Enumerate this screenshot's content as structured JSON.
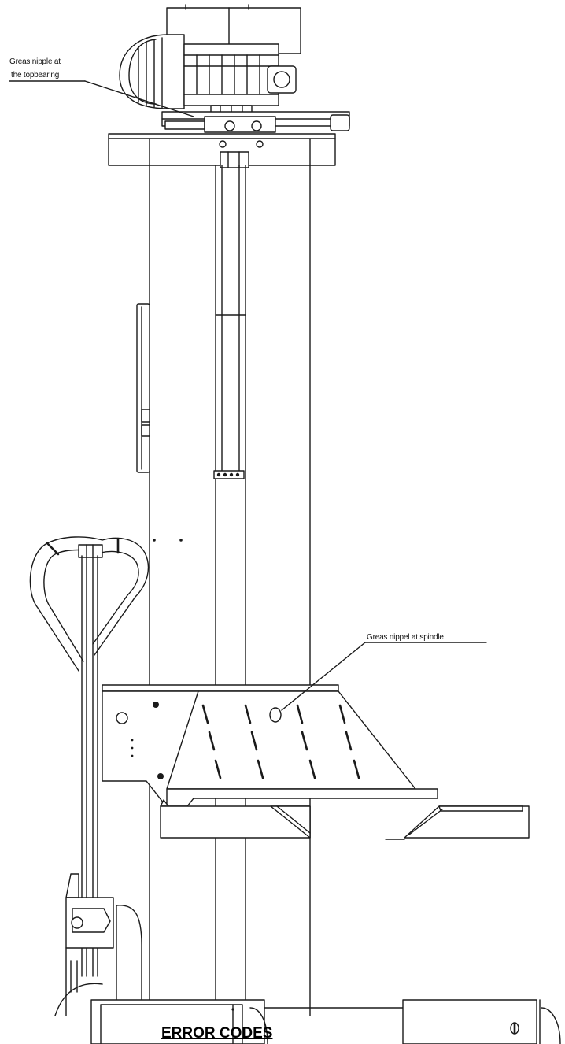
{
  "callouts": {
    "top_bearing_line1": "Greas nipple at",
    "top_bearing_line2": "the topbearing",
    "spindle": "Greas nippel at spindle"
  },
  "heading": "ERROR CODES"
}
